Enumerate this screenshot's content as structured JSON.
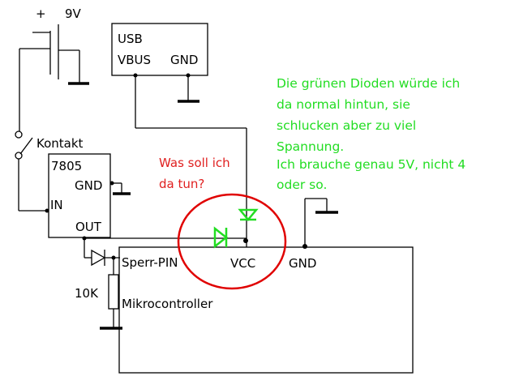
{
  "colors": {
    "wire": "#000000",
    "note_red": "#e02020",
    "note_green": "#22dd22",
    "diode_green": "#22dd22",
    "circle_red": "#e00000"
  },
  "labels": {
    "battery_plus": "+",
    "battery_voltage": "9V",
    "usb_title": "USB",
    "usb_vbus": "VBUS",
    "usb_gnd": "GND",
    "switch_label": "Kontakt",
    "regulator_name": "7805",
    "regulator_gnd": "GND",
    "regulator_in": "IN",
    "regulator_out": "OUT",
    "resistor_value": "10K",
    "mcu_pin_sperr": "Sperr-PIN",
    "mcu_pin_vcc": "VCC",
    "mcu_pin_gnd": "GND",
    "mcu_name": "Mikrocontroller"
  },
  "notes": {
    "question": [
      "Was soll ich",
      "da tun?"
    ],
    "explanation": [
      "Die grünen Dioden würde ich",
      "da normal hintun, sie",
      "schlucken aber zu viel",
      "Spannung.",
      "Ich brauche genau 5V, nicht 4",
      "oder so."
    ]
  },
  "icons": [
    "battery-icon",
    "switch-icon",
    "diode-icon",
    "resistor-icon",
    "ground-icon",
    "led-icon"
  ]
}
